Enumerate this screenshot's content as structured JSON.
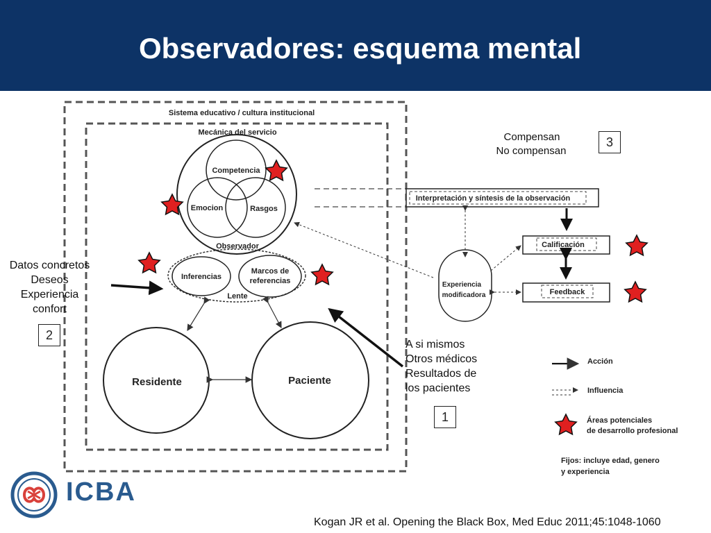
{
  "header": {
    "title": "Observadores: esquema mental"
  },
  "diagram": {
    "outer_frame_label": "Sistema educativo / cultura institucional",
    "inner_frame_label": "Mecánica del servicio",
    "venn": {
      "top": "Competencia",
      "left": "Emocion",
      "right": "Rasgos",
      "caption": "Observador"
    },
    "lens": {
      "left": "Inferencias",
      "right_line1": "Marcos de",
      "right_line2": "referencias",
      "caption": "Lente"
    },
    "resident": "Residente",
    "patient": "Paciente",
    "interpretation": "Interpretación y síntesis de la observación",
    "calificacion": "Calificación",
    "feedback": "Feedback",
    "experience_line1": "Experiencia",
    "experience_line2": "modificadora"
  },
  "inputs_left": [
    "Datos concretos",
    "Deseos",
    "Experiencia",
    "confort"
  ],
  "inputs_bottom": [
    "A si mismos",
    "Otros médicos",
    "Resultados de",
    "los pacientes"
  ],
  "compensation": [
    "Compensan",
    "No compensan"
  ],
  "numbers": {
    "one": "1",
    "two": "2",
    "three": "3"
  },
  "legend": {
    "action": "Acción",
    "influence": "Influencia",
    "areas_line1": "Áreas potenciales",
    "areas_line2": "de desarrollo profesional",
    "fixed_line1": "Fijos: incluye edad, genero",
    "fixed_line2": "y experiencia"
  },
  "logo": {
    "text": "ICBA"
  },
  "citation": "Kogan JR et al. Opening the Black Box, Med Educ 2011;45:1048-1060",
  "colors": {
    "header_bg": "#0d3366",
    "star_fill": "#e02020",
    "logo_blue": "#2a5b8f",
    "logo_red": "#d9403a"
  }
}
